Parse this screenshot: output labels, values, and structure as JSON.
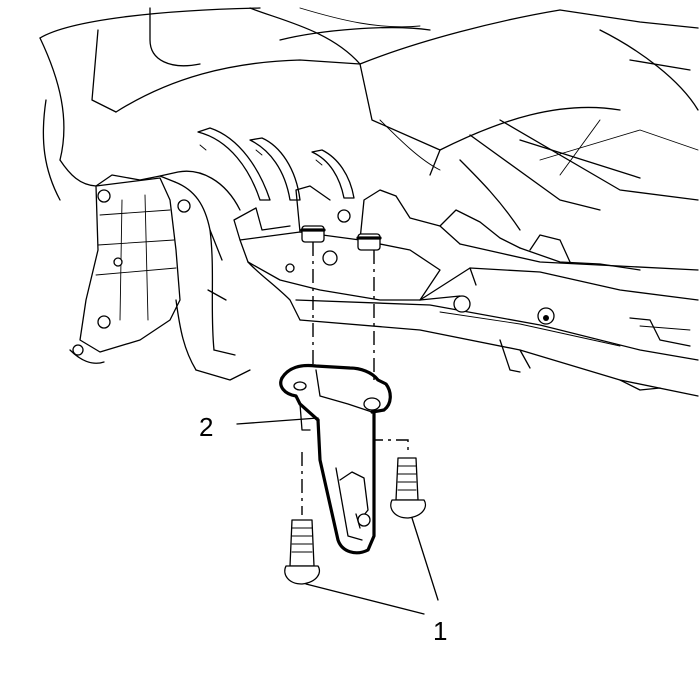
{
  "diagram": {
    "callouts": [
      {
        "id": "1",
        "label": "1"
      },
      {
        "id": "2",
        "label": "2"
      }
    ]
  },
  "colors": {
    "line": "#000000",
    "background": "#ffffff"
  }
}
